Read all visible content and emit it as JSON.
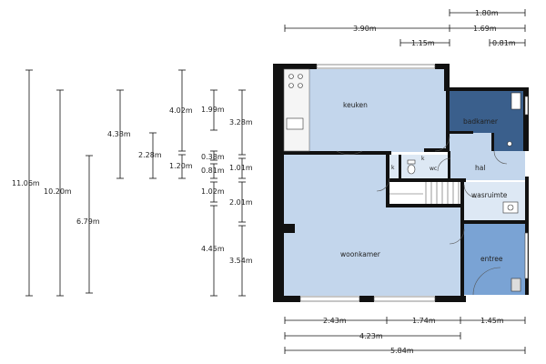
{
  "rooms": {
    "keuken": "keuken",
    "badkamer": "badkamer",
    "hal": "hal",
    "wc": "wc",
    "k1": "k",
    "k2": "k",
    "wasruimte": "wasruimte",
    "woonkamer": "woonkamer",
    "entree": "entree"
  },
  "dimensions": {
    "top": [
      "1.80m",
      "3.90m",
      "1.69m",
      "1.15m",
      "0.81m"
    ],
    "bottom": [
      "2.43m",
      "1.74m",
      "1.45m",
      "4.23m",
      "5.84m"
    ],
    "left": [
      "11.06m",
      "10.20m",
      "6.79m",
      "4.38m",
      "2.28m",
      "4.02m",
      "1.20m",
      "1.99m",
      "3.28m",
      "0.38m",
      "0.81m",
      "1.01m",
      "1.02m",
      "2.01m",
      "4.45m",
      "3.54m"
    ]
  },
  "colors": {
    "room_fill": "#c3d6ec",
    "bathroom_fill": "#3a5f8c",
    "entry_fill": "#7aa3d4",
    "wall": "#111111"
  }
}
